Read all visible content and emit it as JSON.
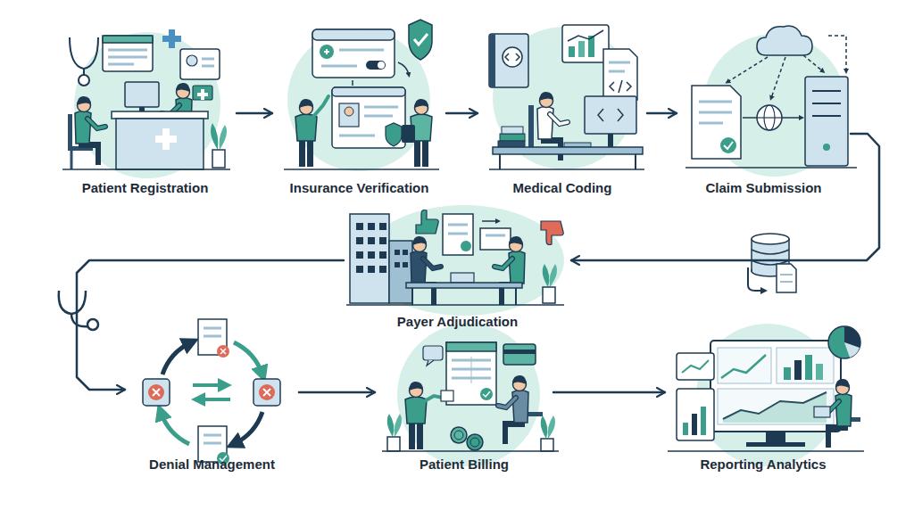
{
  "diagram": {
    "nodes": [
      {
        "text": [
          "Patient Registration"
        ]
      },
      {
        "text": [
          "Insurance Verification"
        ]
      },
      {
        "text": [
          "Medical Coding"
        ]
      },
      {
        "text": [
          "Claim Submission"
        ]
      },
      {
        "text": [
          "Payer Adjudication"
        ]
      },
      {
        "text": [
          "Denial Management"
        ]
      },
      {
        "text": [
          "Patient Billing"
        ]
      },
      {
        "text": [
          "Reporting Analytics"
        ]
      }
    ],
    "edges": [
      {
        "from": 0,
        "to": 1,
        "arrow": "to"
      },
      {
        "from": 1,
        "to": 2,
        "arrow": "to"
      },
      {
        "from": 2,
        "to": 3,
        "arrow": "to"
      },
      {
        "from": 3,
        "to": 4,
        "arrow": "to"
      },
      {
        "from": 4,
        "to": 5,
        "arrow": "to"
      },
      {
        "from": 5,
        "to": 6,
        "arrow": "to"
      },
      {
        "from": 6,
        "to": 7,
        "arrow": "to"
      }
    ]
  }
}
